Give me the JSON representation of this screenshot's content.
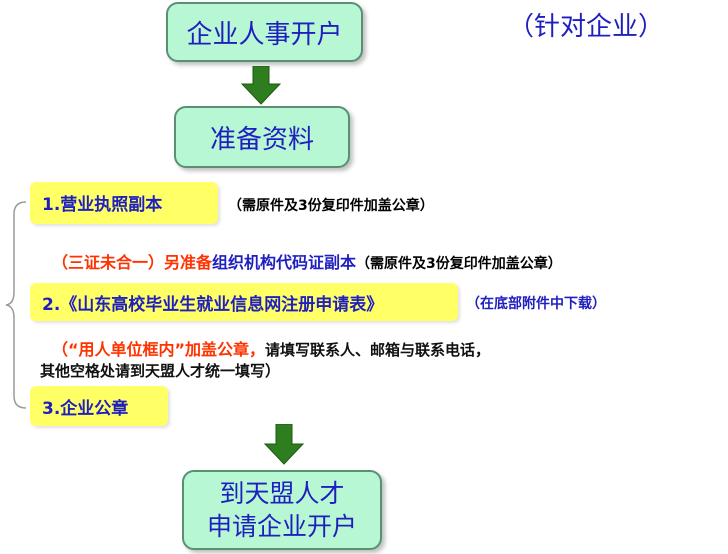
{
  "diagram": {
    "box_top": "企业人事开户",
    "subtitle": "（针对企业）",
    "box_prepare": "准备资料",
    "item1": {
      "label": "1.营业执照副本",
      "note": "（需原件及3份复印件加盖公章）"
    },
    "alt": {
      "red": "（三证未合一）另准备",
      "blue": "组织机构代码证副本",
      "note": "（需原件及3份复印件加盖公章）"
    },
    "item2": {
      "label": "2.《山东高校毕业生就业信息网注册申请表》",
      "note": "（在底部附件中下载）"
    },
    "note2": {
      "red": "（“用人单位框内”加盖公章，",
      "dark": "请填写联系人、邮箱与联系电话，",
      "line2": "其他空格处请到天盟人才统一填写）"
    },
    "item3": {
      "label": "3.企业公章"
    },
    "box_final_line1": "到天盟人才",
    "box_final_line2": "申请企业开户",
    "colors": {
      "green_fill": "#b7f7d3",
      "yellow_fill": "#ffff66",
      "title_blue": "#1f1fbf",
      "red": "#ff3300",
      "arrow": "#2e7d1e"
    }
  }
}
